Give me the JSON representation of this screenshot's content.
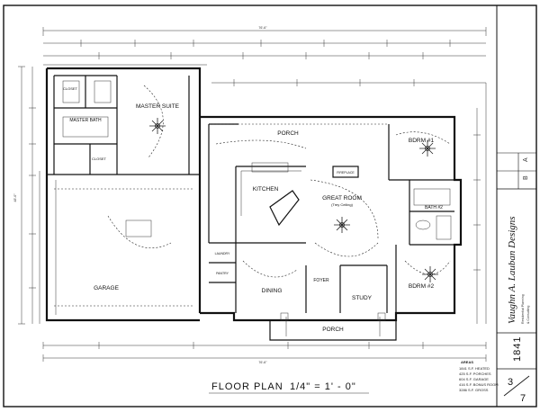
{
  "plan": {
    "title": "FLOOR PLAN",
    "scale": "1/4\" = 1' - 0\"",
    "rooms": {
      "master_suite": "MASTER SUITE",
      "master_bath": "MASTER BATH",
      "closet_1": "CLOSET",
      "closet_2": "CLOSET",
      "porch_top": "PORCH",
      "porch_bottom": "PORCH",
      "kitchen": "KITCHEN",
      "great_room": "GREAT ROOM",
      "great_room_note": "(Trey Ceiling)",
      "bdrm_1": "BDRM #1",
      "bdrm_2": "BDRM #2",
      "bath_2": "BATH #2",
      "garage": "GARAGE",
      "dining": "DINING",
      "foyer": "FOYER",
      "study": "STUDY",
      "laundry": "LAUNDRY",
      "pantry": "PANTRY",
      "fireplace": "FIREPLACE"
    },
    "areas_heading": "AREAS",
    "areas": [
      "1841 S.F. HEATED",
      "425 S.F. PORCHES",
      "604 S.F. GARAGE",
      "416 S.F. BONUS ROOM",
      "3286 S.F. GROSS"
    ],
    "titleblock": {
      "company": "Vaughn A. Lauban Designs",
      "sub1": "Residential Planning",
      "sub2": "& Consulting",
      "revisions": [
        "A",
        "B"
      ],
      "plan_number": "1841",
      "sheet": "3",
      "of": "7"
    },
    "dimensions": {
      "overall_top": "76'-6\"",
      "overall_left": "48'-0\"",
      "overall_bottom": "76'-6\""
    }
  }
}
